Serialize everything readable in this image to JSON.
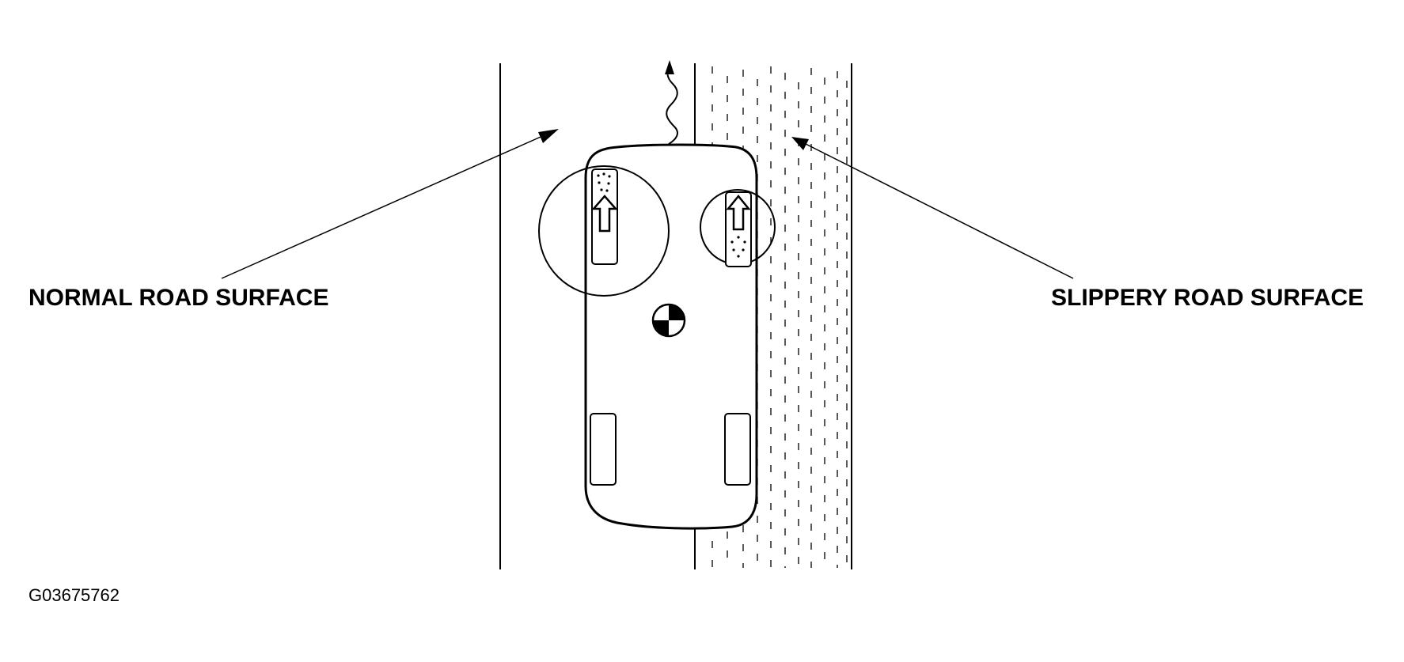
{
  "labels": {
    "normal_surface": "NORMAL ROAD SURFACE",
    "slippery_surface": "SLIPPERY ROAD SURFACE"
  },
  "figure_code": "G03675762",
  "colors": {
    "line": "#000000",
    "background": "#ffffff"
  },
  "icons": {
    "center_of_gravity": "center-of-gravity-icon",
    "direction": "arrow-up-icon"
  }
}
